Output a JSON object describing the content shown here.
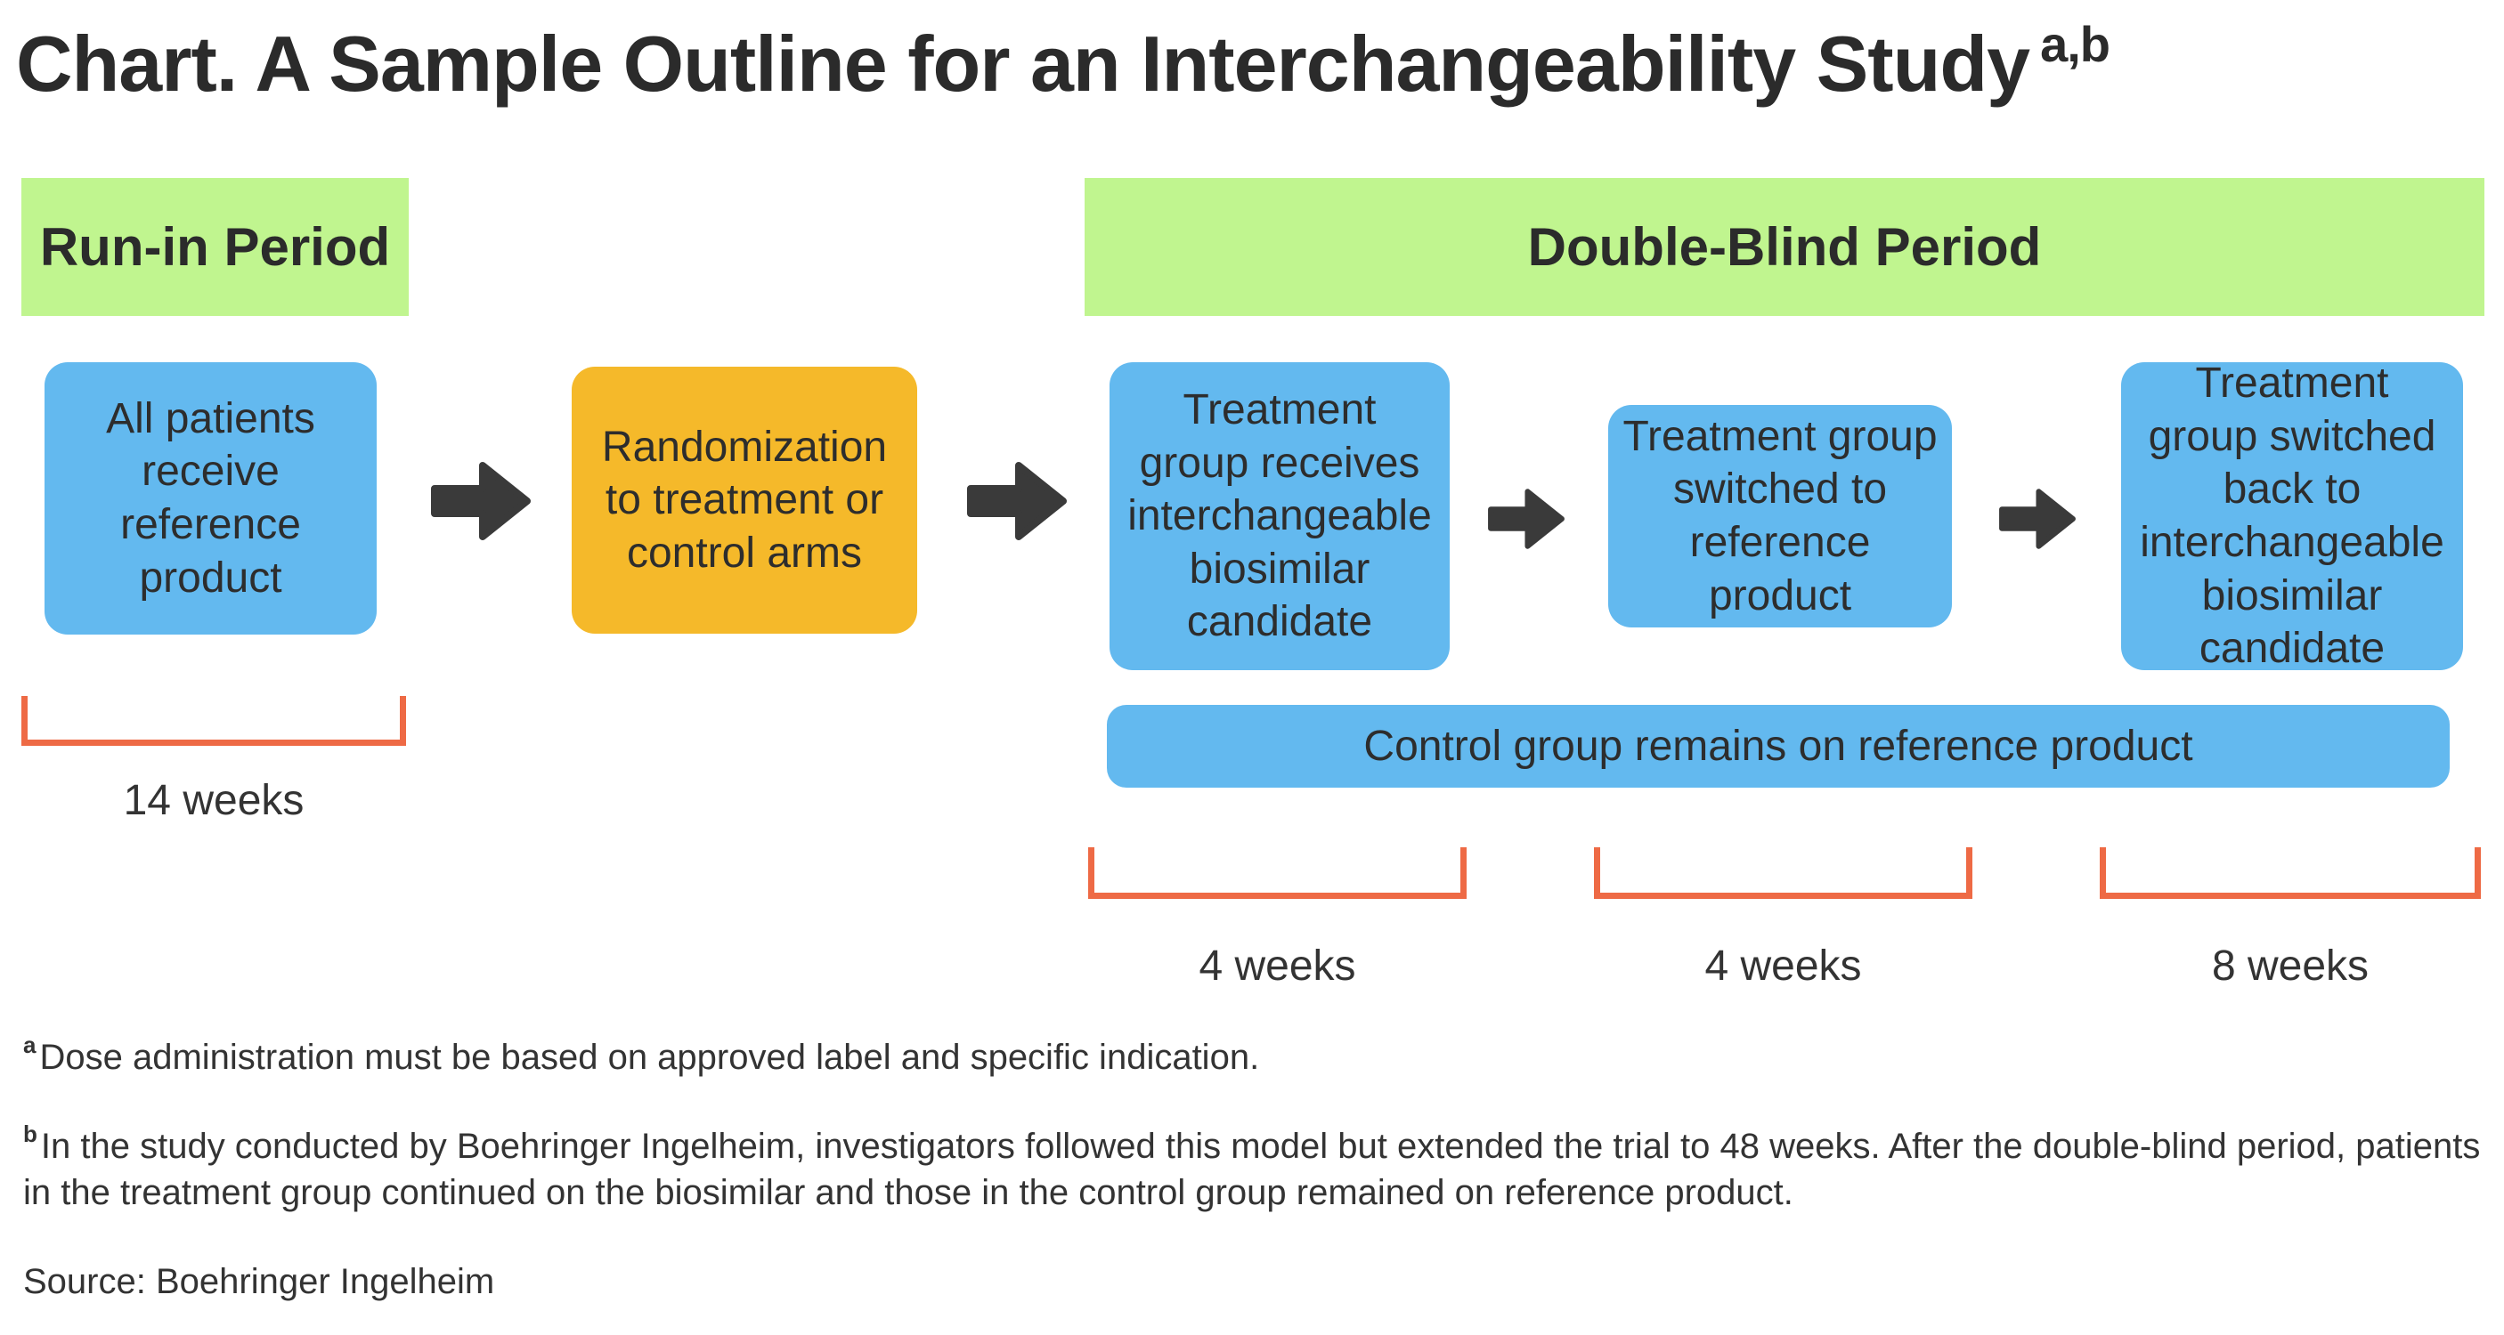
{
  "title": {
    "text": "Chart. A Sample Outline for an Interchangeability Study",
    "superscript": "a,b"
  },
  "periods": {
    "run_in": "Run-in Period",
    "double_blind": "Double-Blind Period"
  },
  "steps": {
    "all_patients": "All patients receive reference product",
    "randomization": "Randomization to treatment or control arms",
    "treatment_biosimilar": "Treatment group receives interchangeable biosimilar candidate",
    "treatment_switched": "Treatment group switched to reference product",
    "treatment_switched_back": "Treatment group switched back to interchangeable biosimilar candidate",
    "control_group": "Control group remains on reference product"
  },
  "durations": {
    "run_in": "14 weeks",
    "phase1": "4 weeks",
    "phase2": "4 weeks",
    "phase3": "8 weeks"
  },
  "footnotes": {
    "a_marker": "a",
    "a_text": "Dose administration must be based on approved label and specific indication.",
    "b_marker": "b",
    "b_text": "In the study conducted by Boehringer Ingelheim, investigators followed this model but extended the trial to 48 weeks. After the double-blind period, patients in the treatment group continued on the biosimilar and those in the control group remained on reference product.",
    "source": "Source: Boehringer Ingelheim"
  },
  "colors": {
    "header_green": "#c0f58f",
    "box_blue": "#63b9ef",
    "box_orange": "#f5b92a",
    "bracket_orange": "#ee6a45",
    "arrow_dark": "#3a3a3a"
  },
  "icons": {
    "flow_arrow": "right-arrow-icon"
  }
}
